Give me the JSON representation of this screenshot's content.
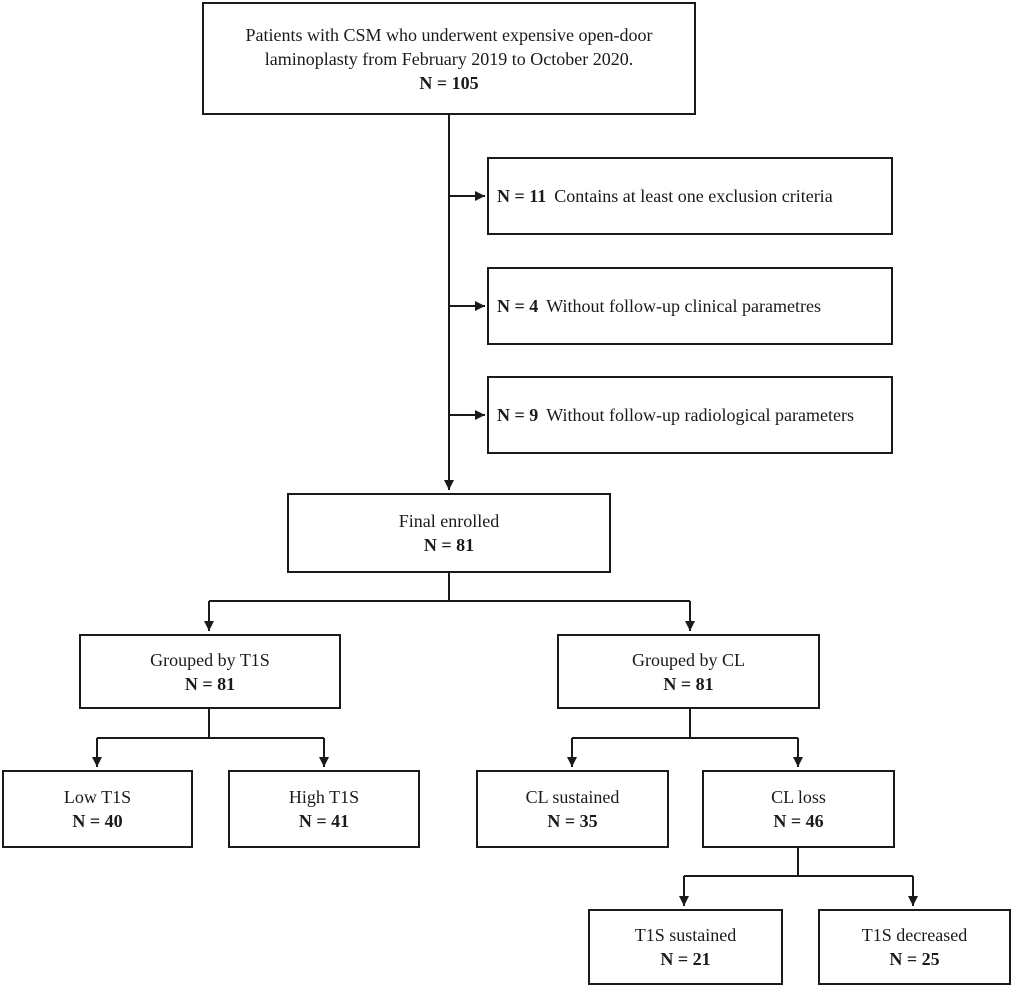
{
  "flowchart": {
    "top": {
      "lines": [
        "Patients with CSM who underwent expensive open-door",
        "laminoplasty from February 2019 to October 2020."
      ],
      "n": "N = 105"
    },
    "exclusions": [
      {
        "n": "N = 11",
        "label": "Contains at least one exclusion criteria"
      },
      {
        "n": "N = 4",
        "label": "Without follow-up clinical parametres"
      },
      {
        "n": "N = 9",
        "label": "Without follow-up radiological parameters"
      }
    ],
    "final": {
      "label": "Final enrolled",
      "n": "N = 81"
    },
    "group_t1s": {
      "label": "Grouped by T1S",
      "n": "N = 81"
    },
    "group_cl": {
      "label": "Grouped by CL",
      "n": "N = 81"
    },
    "low_t1s": {
      "label": "Low T1S",
      "n": "N = 40"
    },
    "high_t1s": {
      "label": "High T1S",
      "n": "N = 41"
    },
    "cl_sustained": {
      "label": "CL sustained",
      "n": "N = 35"
    },
    "cl_loss": {
      "label": "CL loss",
      "n": "N = 46"
    },
    "t1s_sustained": {
      "label": "T1S sustained",
      "n": "N = 21"
    },
    "t1s_decreased": {
      "label": "T1S decreased",
      "n": "N = 25"
    }
  },
  "colors": {
    "stroke": "#1a1a1a",
    "background": "#ffffff"
  }
}
